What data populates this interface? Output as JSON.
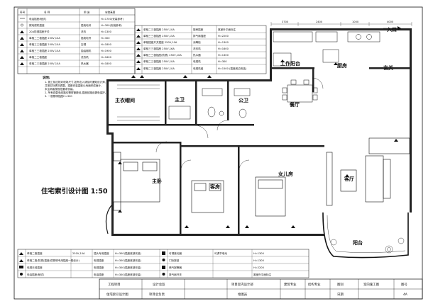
{
  "legend": {
    "header": {
      "c1": "符号",
      "c2": "名 称",
      "c3": "用 途",
      "c4": "安装高度"
    },
    "rows": [
      {
        "name": "电话插座(暗式)",
        "use": "",
        "height": "H=1700(安装参考)"
      },
      {
        "name": "照电视机插座",
        "use": "插电电号",
        "height": "H=300(安装参考)"
      },
      {
        "name": "20A防溅插座开关",
        "use": "洗衣",
        "height": "H=1300"
      },
      {
        "name": "单相二三极插座 250V,10A",
        "use": "插电电号",
        "height": "H=300"
      },
      {
        "name": "单相三三极插座 250V,10A",
        "use": "空调",
        "height": "H=1800"
      },
      {
        "name": "单相三三极插座 250V,15A",
        "use": "抽油烟机",
        "height": "H=1900"
      },
      {
        "name": "单相二三极插座",
        "use": "洗衣机",
        "height": "H=1600"
      },
      {
        "name": "单相二三极插座 250V,10A",
        "use": "热水器",
        "height": "H=1800"
      }
    ],
    "rows_right": [
      {
        "name": "单相二三极插座 250V,10A",
        "use": "厨房插座",
        "height": "离室外平面标注"
      },
      {
        "name": "单相三三极插座 250V,15A",
        "use": "排气扇插座",
        "height": "H=2200"
      },
      {
        "name": "单相插座开关插座 250V,10A",
        "use": "消毒柜",
        "height": "H=1300"
      },
      {
        "name": "单相三三极插座 250V,16A",
        "use": "洗衣机",
        "height": "H=1600"
      },
      {
        "name": "单相三三极插座(防溅) 250V,10A",
        "use": "热水器",
        "height": "H=1300"
      },
      {
        "name": "单相二三极插座 250V,10A",
        "use": "电视机",
        "height": "H=300"
      },
      {
        "name": "单相二三极插座 250V,10A",
        "use": "电视机组",
        "height": "H=1500 (插座底边安装)"
      }
    ]
  },
  "notes": {
    "title": "说明:",
    "lines": [
      "1. 施工前应核对现场尺寸,如有出入请及时通知设计师,",
      "   并按实际情况调整。插座安装高度以地面完成面计,",
      "   未注明者按规范要求安装。",
      "2. 所有强弱电线路均需穿管敷设,插座回路设漏电保护。",
      "3. 一般照明插座H=300"
    ]
  },
  "rooms": {
    "master_closet": "主衣帽间",
    "master_bath": "主卫",
    "public_bath": "公卫",
    "dining": "餐厅",
    "kitchen": "厨房",
    "work_balcony": "工作阳台",
    "foyer": "玄关",
    "entrance": "入口",
    "master_bedroom": "主卧",
    "guest_room": "客房",
    "daughter_room": "女儿房",
    "living_room": "客厅",
    "balcony": "阳台"
  },
  "drawing_title": "住宅索引设计图  1:50",
  "dimensions": [
    "3700",
    "2400",
    "1000",
    "4000"
  ],
  "bottom_legend": {
    "rows": [
      {
        "name": "单相二极插座",
        "spec": "250V,10A",
        "use": "插头专用插座",
        "height": "H=300(插座底部安装)",
        "name2": "可调遮光器",
        "use2": "可调节电动",
        "height2": "H=1300"
      },
      {
        "name": "单相二极(防溅)插座(供照明专用插座一般设计)",
        "spec": "",
        "use": "电视插座",
        "height": "H=300(插座底部安装)",
        "name2": "门铃按钮",
        "use2": "",
        "height2": "H=1300"
      },
      {
        "name": "电视天线插座",
        "spec": "",
        "use": "电视插座",
        "height": "H=300(插座底部安装)",
        "name2": "燃气报警器",
        "use2": "",
        "height2": "H=2200"
      },
      {
        "name": "电话插座(暗式)",
        "spec": "",
        "use": "电话插座",
        "height": "H=300(插座底部安装)",
        "name2": "排气扇开关",
        "use2": "",
        "height2": "离室外平面标注"
      }
    ]
  },
  "title_block": {
    "project_label": "工程项目",
    "design_label": "设计总监",
    "design_dept": "项目室内设计部",
    "building_prof": "建筑专业",
    "structure_prof": "结构专业",
    "chart_label": "图别",
    "chart_value": "室内施工图",
    "sheet_label": "图号",
    "drawing_name": "住宅索引设计图",
    "manager_label": "项目总负责",
    "drawn_label": "绘图员",
    "date_label": "日期",
    "sheet_value": "4A"
  }
}
